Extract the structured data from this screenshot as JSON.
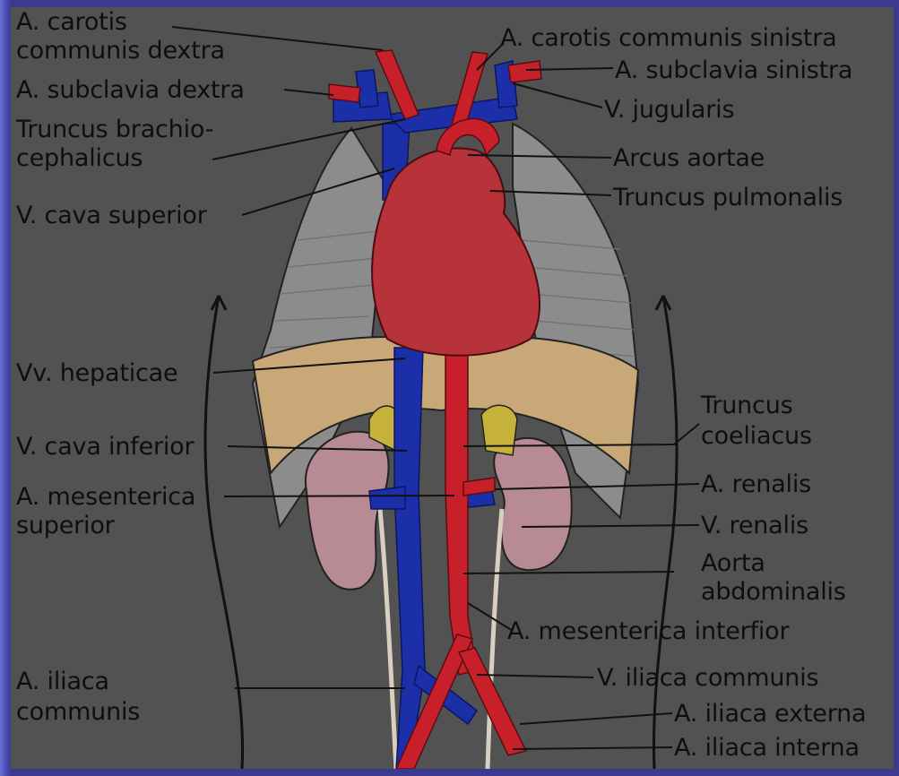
{
  "labels": {
    "carotis_dextra_1": "A. carotis",
    "carotis_dextra_2": "communis dextra",
    "subclavia_dextra": "A. subclavia dextra",
    "truncus_brachio_1": "Truncus brachio-",
    "truncus_brachio_2": "cephalicus",
    "cava_superior": "V. cava superior",
    "hepaticae": "Vv. hepaticae",
    "cava_inferior": "V. cava inferior",
    "mesenterica_sup_1": "A. mesenterica",
    "mesenterica_sup_2": "superior",
    "iliaca_comm_1": "A. iliaca",
    "iliaca_comm_2": "communis",
    "carotis_sinistra": "A. carotis communis sinistra",
    "subclavia_sinistra": "A. subclavia sinistra",
    "jugularis": "V. jugularis",
    "arcus_aortae": "Arcus aortae",
    "truncus_pulmonalis": "Truncus pulmonalis",
    "truncus_coeliacus_1": "Truncus",
    "truncus_coeliacus_2": "coeliacus",
    "renalis_a": "A. renalis",
    "renalis_v": "V. renalis",
    "aorta_abd_1": "Aorta",
    "aorta_abd_2": "abdominalis",
    "mesenterica_inf": "A. mesenterica interfior",
    "iliaca_comm_v": "V. iliaca communis",
    "iliaca_externa": "A. iliaca externa",
    "iliaca_interna": "A. iliaca interna"
  },
  "colors": {
    "artery": "#c8202a",
    "vein": "#1a2fa8",
    "heart": "#b8323a",
    "liver": "#c9a877",
    "kidney": "#b78a94",
    "adrenal": "#c6b23a",
    "lung": "#8c8c8c",
    "panel": "#525252",
    "slide_bg": "#3b3a8f"
  }
}
